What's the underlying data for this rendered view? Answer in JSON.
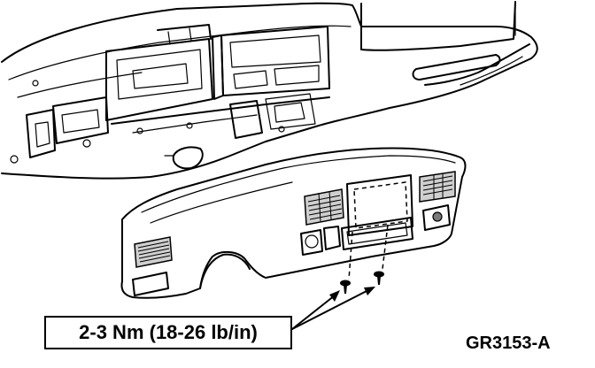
{
  "labels": {
    "torque_spec": "2-3 Nm (18-26 lb/in)",
    "figure_id": "GR3153-A"
  },
  "components": {
    "upper": "instrument-panel-assembly",
    "lower": "instrument-panel-finish-panel",
    "fasteners": "screws"
  },
  "fastener_count": 2
}
